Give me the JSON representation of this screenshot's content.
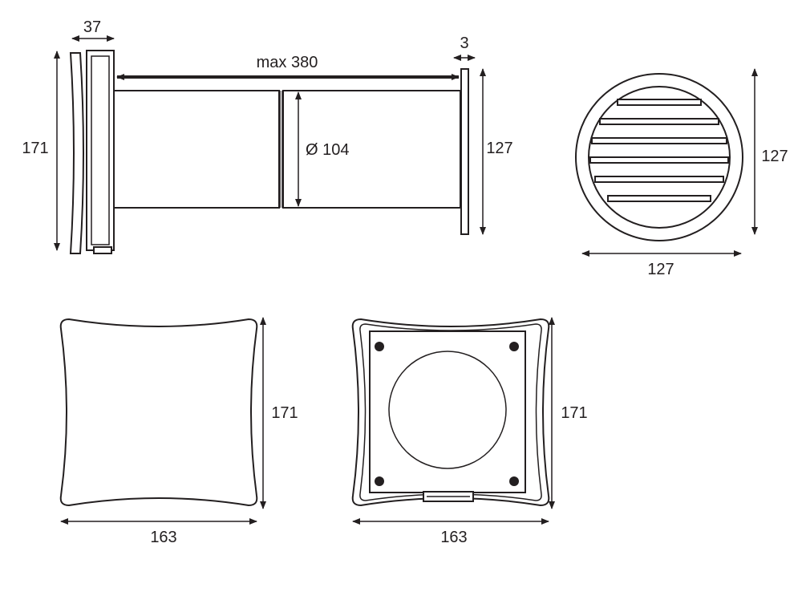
{
  "dimensions": {
    "side_depth": "37",
    "max_length": "max 380",
    "flange_thickness": "3",
    "height_side": "171",
    "diameter": "Ø 104",
    "flange_height": "127",
    "grille_height": "127",
    "grille_width": "127",
    "front_height": "171",
    "front_width": "163",
    "back_height": "171",
    "back_width": "163"
  },
  "colors": {
    "line": "#231f20",
    "background": "#ffffff"
  }
}
